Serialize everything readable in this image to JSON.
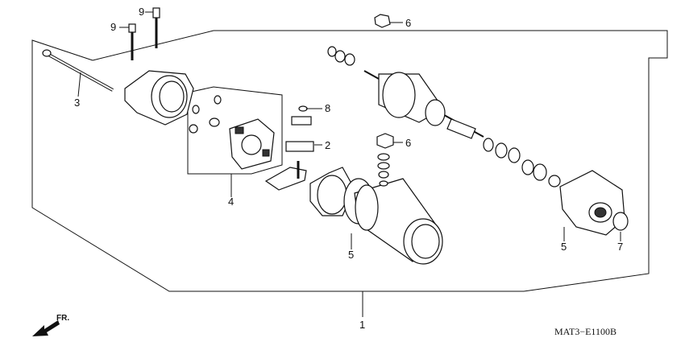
{
  "callouts": {
    "c1": "1",
    "c2": "2",
    "c3": "3",
    "c4": "4",
    "c5a": "5",
    "c5b": "5",
    "c6a": "6",
    "c6b": "6",
    "c7": "7",
    "c8": "8",
    "c9a": "9",
    "c9b": "9"
  },
  "direction_label": "FR.",
  "diagram_code": "MAT3−E1100B"
}
